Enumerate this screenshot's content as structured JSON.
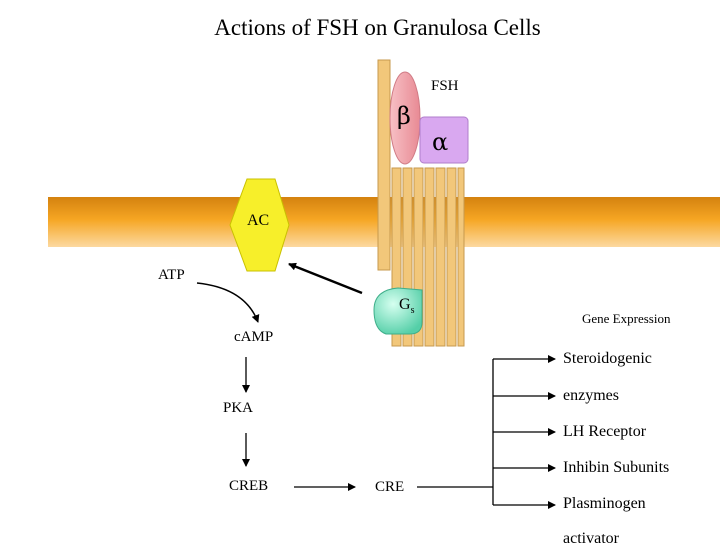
{
  "title": "Actions of FSH on Granulosa Cells",
  "labels": {
    "fsh": "FSH",
    "beta": "β",
    "alpha": "α",
    "ac": "AC",
    "atp": "ATP",
    "gs": "G",
    "gs_sub": "s",
    "camp": "cAMP",
    "pka": "PKA",
    "creb": "CREB",
    "cre": "CRE",
    "gene_expression": "Gene Expression"
  },
  "gene_targets": [
    "Steroidogenic",
    "enzymes",
    "LH Receptor",
    "Inhibin Subunits",
    "Plasminogen",
    "activator"
  ],
  "colors": {
    "membrane_dark": "#c8780a",
    "membrane_mid": "#f5a623",
    "receptor": "#f2c77a",
    "receptor_edge": "#c79a4e",
    "beta_subunit": "#f2a0a8",
    "alpha_subunit": "#d9a8f0",
    "adenylyl_cyclase": "#f7ef2a",
    "gs_protein": "#6fd9b6"
  }
}
